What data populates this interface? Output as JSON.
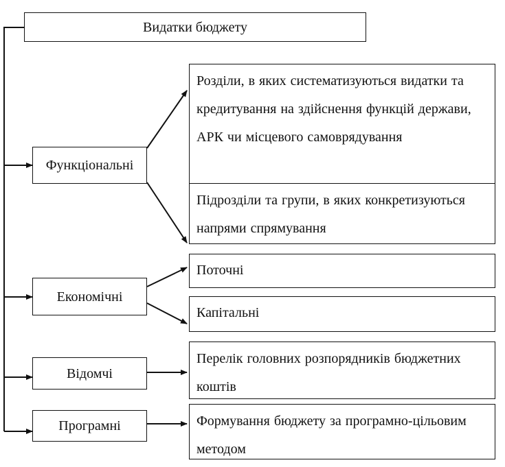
{
  "root": {
    "label": "Видатки бюджету"
  },
  "categories": {
    "functional": {
      "label": "Функціональні"
    },
    "economic": {
      "label": "Економічні"
    },
    "departmental": {
      "label": "Відомчі"
    },
    "program": {
      "label": "Програмні"
    }
  },
  "details": {
    "sections": "Розділи, в яких систематизуються видатки та кредитування на здійснення функцій держави, АРК чи місцевого самоврядування",
    "subsections": "Підрозділи та групи, в яких конкретизуються напрями спрямування",
    "current": "Поточні",
    "capital": "Капітальні",
    "managers": "Перелік головних розпорядників бюджетних коштів",
    "programmatic": "Формування бюджету за програмно-цільовим методом"
  },
  "colors": {
    "line": "#111111",
    "background": "#ffffff"
  }
}
